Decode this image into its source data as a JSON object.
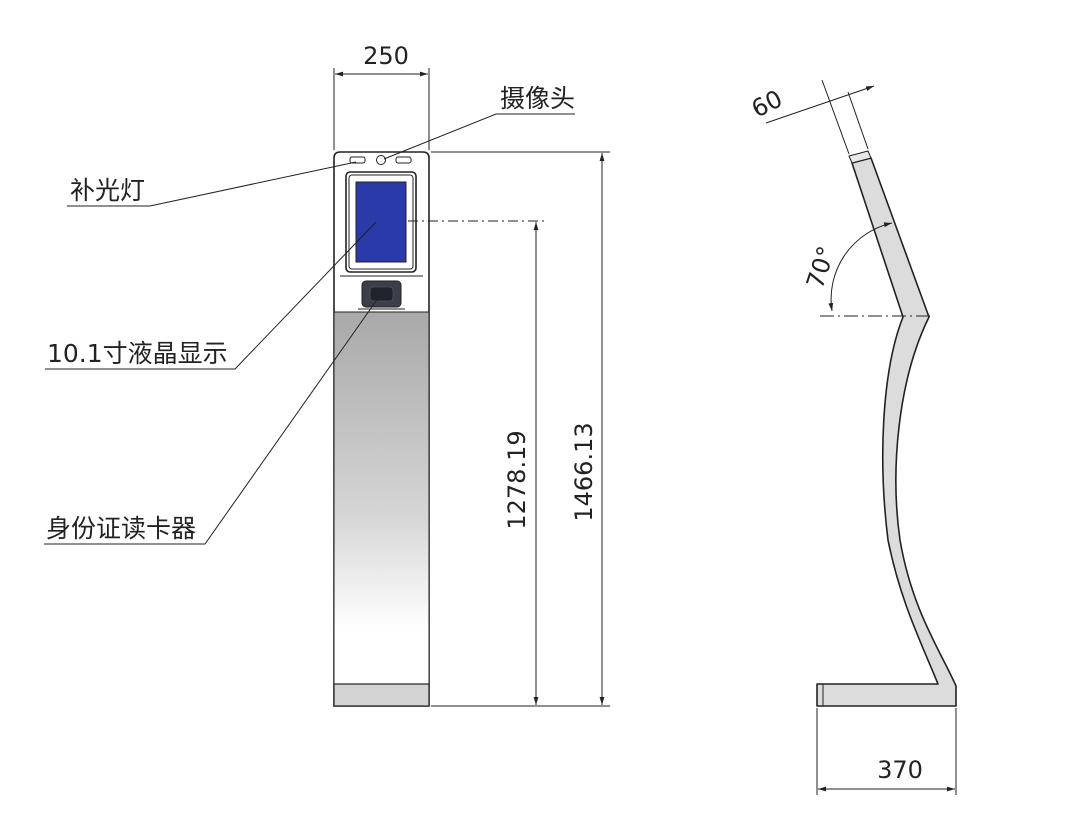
{
  "front_view": {
    "dim_width": "250",
    "dim_screen_height": "1278.19",
    "dim_total_height": "1466.13"
  },
  "side_view": {
    "dim_tilt_width": "60",
    "dim_angle": "70°",
    "dim_base": "370"
  },
  "labels": {
    "camera": "摄像头",
    "fill_light": "补光灯",
    "display": "10.1寸液晶显示",
    "id_reader": "身份证读卡器"
  },
  "colors": {
    "screen": "#2a3aa8",
    "body_gray": "#b8b8b8",
    "side_fill": "#dcdcdc",
    "line": "#222222"
  }
}
